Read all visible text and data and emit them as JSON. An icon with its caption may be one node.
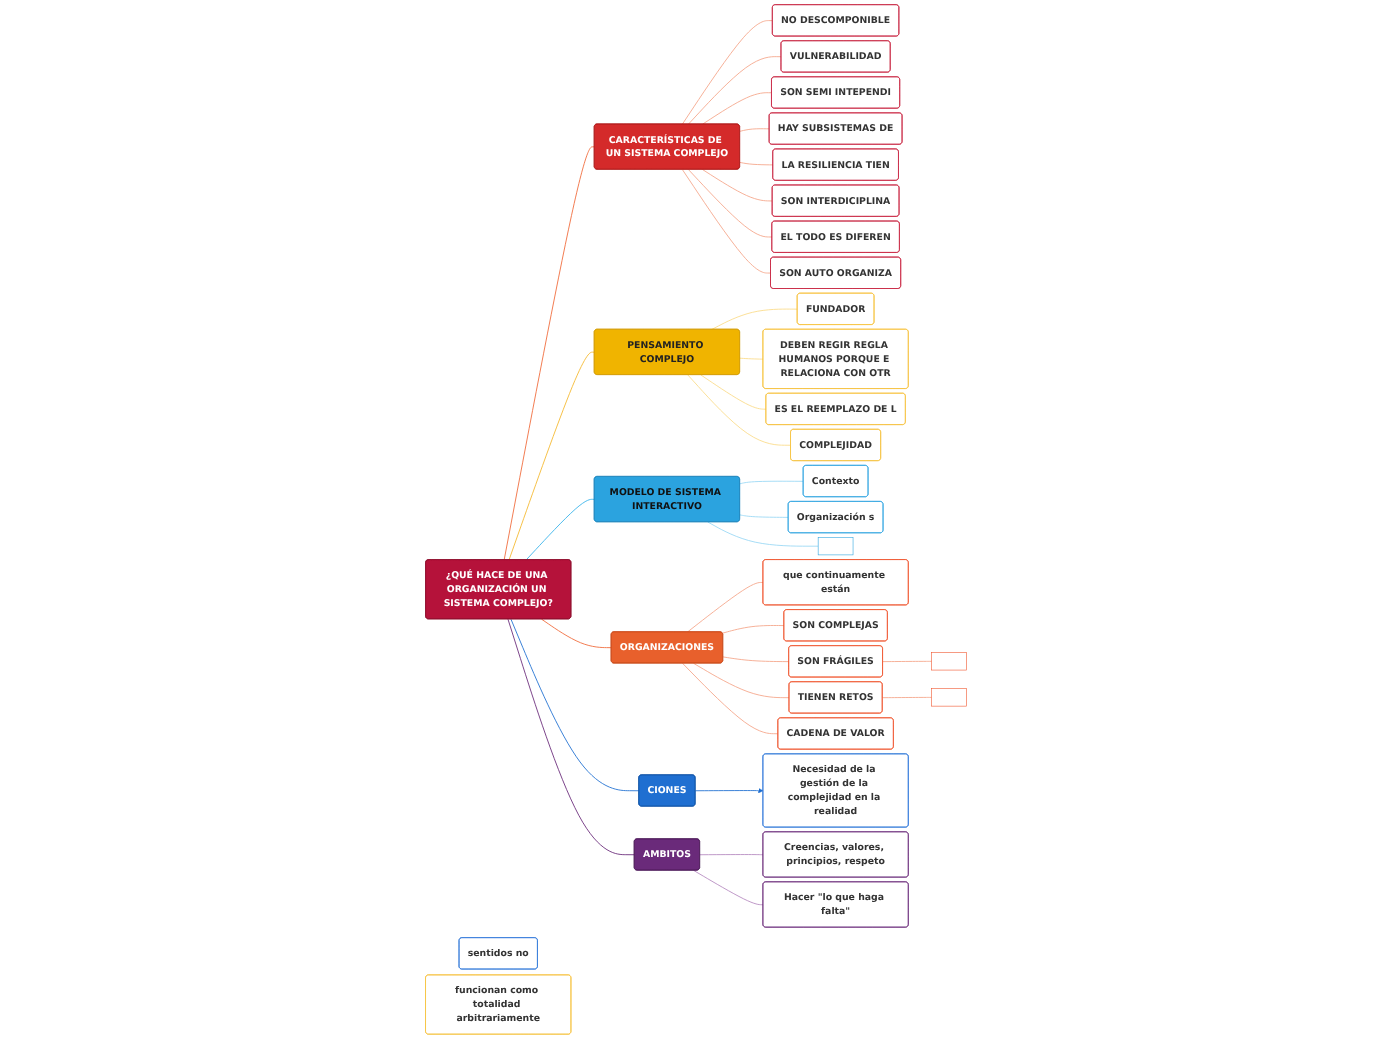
{
  "diagram": {
    "nodes": [
      {
        "text": [
          "¿QUÉ HACE DE UNA ORGANIZACIÓN UN SISTEMA COMPLEJO?"
        ]
      },
      {
        "text": [
          "CARACTERÍSTICAS DE UN SISTEMA COMPLEJO"
        ]
      },
      {
        "text": [
          "NO DESCOMPONIBLE"
        ]
      },
      {
        "text": [
          "VULNERABILIDAD"
        ]
      },
      {
        "text": [
          "SON SEMI INTEPENDI"
        ]
      },
      {
        "text": [
          "HAY SUBSISTEMAS DE"
        ]
      },
      {
        "text": [
          "LA RESILIENCIA TIEN"
        ]
      },
      {
        "text": [
          "SON INTERDICIPLINA"
        ]
      },
      {
        "text": [
          "EL TODO ES DIFEREN"
        ]
      },
      {
        "text": [
          "SON AUTO ORGANIZA"
        ]
      },
      {
        "text": [
          "PENSAMIENTO COMPLEJO"
        ]
      },
      {
        "text": [
          "FUNDADOR"
        ]
      },
      {
        "text": [
          "DEBEN REGIR REGLA HUMANOS PORQUE E RELACIONA CON OTR"
        ]
      },
      {
        "text": [
          "ES EL REEMPLAZO DE L"
        ]
      },
      {
        "text": [
          "COMPLEJIDAD"
        ]
      },
      {
        "text": [
          "MODELO DE SISTEMA INTERACTIVO"
        ]
      },
      {
        "text": [
          "Contexto"
        ]
      },
      {
        "text": [
          "Organización s"
        ]
      },
      {
        "text": [],
        "shape": "box"
      },
      {
        "text": [
          "ORGANIZACIONES"
        ]
      },
      {
        "text": [
          "que continuamente están"
        ]
      },
      {
        "text": [
          "SON COMPLEJAS"
        ]
      },
      {
        "text": [
          "SON FRÁGILES"
        ]
      },
      {
        "text": [
          "TIENEN RETOS"
        ]
      },
      {
        "text": [
          "CADENA DE VALOR"
        ]
      },
      {
        "text": [
          "CIONES"
        ]
      },
      {
        "text": [
          "Necesidad de la gestión de la complejidad en la realidad"
        ]
      },
      {
        "text": [
          "sentidos no"
        ]
      },
      {
        "text": [
          "AMBITOS"
        ]
      },
      {
        "text": [
          "Creencias, valores, principios, respeto"
        ]
      },
      {
        "text": [
          "Hacer \"lo que haga falta\""
        ]
      },
      {
        "text": [
          "funcionan como totalidad arbitrariamente"
        ]
      },
      {
        "text": [],
        "shape": "box"
      },
      {
        "text": [],
        "shape": "box"
      }
    ],
    "edges": [
      {
        "from": 0,
        "to": 1,
        "arrow": "none",
        "color": "#f06a3a"
      },
      {
        "from": 1,
        "to": 2,
        "arrow": "none",
        "color": "#f5a58a"
      },
      {
        "from": 1,
        "to": 3,
        "arrow": "none",
        "color": "#f5a58a"
      },
      {
        "from": 1,
        "to": 4,
        "arrow": "none",
        "color": "#f5a58a"
      },
      {
        "from": 1,
        "to": 5,
        "arrow": "none",
        "color": "#f5a58a"
      },
      {
        "from": 1,
        "to": 6,
        "arrow": "none",
        "color": "#f5a58a"
      },
      {
        "from": 1,
        "to": 7,
        "arrow": "none",
        "color": "#f5a58a"
      },
      {
        "from": 1,
        "to": 8,
        "arrow": "none",
        "color": "#f5a58a"
      },
      {
        "from": 1,
        "to": 9,
        "arrow": "none",
        "color": "#f5a58a"
      },
      {
        "from": 0,
        "to": 10,
        "arrow": "none",
        "color": "#f5b82e"
      },
      {
        "from": 10,
        "to": 11,
        "arrow": "none",
        "color": "#fadb8a"
      },
      {
        "from": 10,
        "to": 12,
        "arrow": "none",
        "color": "#fadb8a"
      },
      {
        "from": 10,
        "to": 13,
        "arrow": "none",
        "color": "#fadb8a"
      },
      {
        "from": 10,
        "to": 14,
        "arrow": "none",
        "color": "#fadb8a"
      },
      {
        "from": 0,
        "to": 15,
        "arrow": "none",
        "color": "#35b2ea"
      },
      {
        "from": 15,
        "to": 16,
        "arrow": "none",
        "color": "#9ad8f5"
      },
      {
        "from": 15,
        "to": 17,
        "arrow": "none",
        "color": "#9ad8f5"
      },
      {
        "from": 15,
        "to": 18,
        "arrow": "none",
        "color": "#9ad8f5"
      },
      {
        "from": 0,
        "to": 19,
        "arrow": "none",
        "color": "#f06a3a"
      },
      {
        "from": 19,
        "to": 20,
        "arrow": "none",
        "color": "#f5a58a"
      },
      {
        "from": 19,
        "to": 21,
        "arrow": "none",
        "color": "#f5a58a"
      },
      {
        "from": 19,
        "to": 22,
        "arrow": "none",
        "color": "#f5a58a"
      },
      {
        "from": 19,
        "to": 23,
        "arrow": "none",
        "color": "#f5a58a"
      },
      {
        "from": 19,
        "to": 24,
        "arrow": "none",
        "color": "#f5a58a"
      },
      {
        "from": 22,
        "to": 32,
        "arrow": "none",
        "color": "#f5a58a"
      },
      {
        "from": 23,
        "to": 33,
        "arrow": "none",
        "color": "#f5a58a"
      },
      {
        "from": 0,
        "to": 25,
        "arrow": "none",
        "color": "#1f6fd1"
      },
      {
        "from": 25,
        "to": 26,
        "arrow": "to",
        "color": "#1f6fd1"
      },
      {
        "from": 0,
        "to": 28,
        "arrow": "none",
        "color": "#6a2a7a"
      },
      {
        "from": 28,
        "to": 29,
        "arrow": "none",
        "color": "#b58ac0"
      },
      {
        "from": 28,
        "to": 30,
        "arrow": "none",
        "color": "#b58ac0"
      }
    ]
  }
}
